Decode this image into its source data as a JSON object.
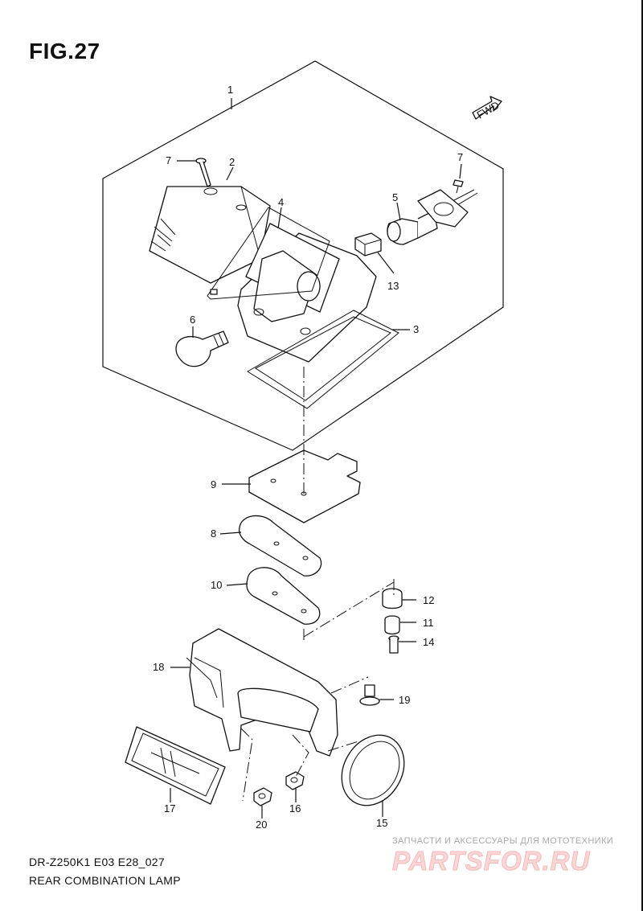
{
  "figure": {
    "title": "FIG.27",
    "fwd_marker": "FWD",
    "model_code": "DR-Z250K1 E03 E28_027",
    "assembly_name": "REAR COMBINATION LAMP"
  },
  "callouts": {
    "c1": "1",
    "c2": "2",
    "c3": "3",
    "c4": "4",
    "c5": "5",
    "c6": "6",
    "c7a": "7",
    "c7b": "7",
    "c8": "8",
    "c9": "9",
    "c10": "10",
    "c11": "11",
    "c12": "12",
    "c13": "13",
    "c14": "14",
    "c15": "15",
    "c16": "16",
    "c17": "17",
    "c18": "18",
    "c19": "19",
    "c20": "20"
  },
  "watermark": {
    "caption": "ЗАПЧАСТИ И АКСЕССУАРЫ ДЛЯ МОТОТЕХНИКИ",
    "logo": "PARTSFOR.RU"
  }
}
